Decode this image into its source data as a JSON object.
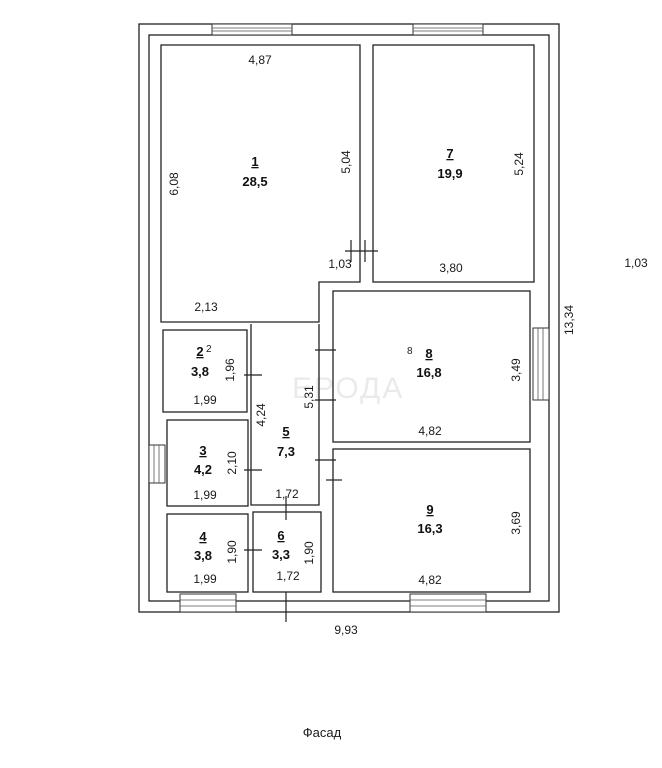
{
  "rooms": [
    {
      "no": "1",
      "area": "28,5"
    },
    {
      "no": "2",
      "area": "3,8",
      "sup": "2"
    },
    {
      "no": "3",
      "area": "4,2"
    },
    {
      "no": "4",
      "area": "3,8"
    },
    {
      "no": "5",
      "area": "7,3"
    },
    {
      "no": "6",
      "area": "3,3"
    },
    {
      "no": "7",
      "area": "19,9"
    },
    {
      "no": "8",
      "area": "16,8",
      "tag": "8"
    },
    {
      "no": "9",
      "area": "16,3"
    }
  ],
  "dimensions": {
    "r1_top": "4,87",
    "r1_left": "6,08",
    "r1_right": "5,04",
    "r1_notch": "1,03",
    "r1_bottom": "2,13",
    "r7_right": "5,24",
    "r7_bottom": "3,80",
    "outer_right": "13,34",
    "outer_bottom": "9,93",
    "outside_right": "1,03",
    "r2_height": "1,96",
    "r2_width": "1,99",
    "r3_height": "2,10",
    "r3_width": "1,99",
    "r4_height": "1,90",
    "r4_width": "1,99",
    "r5_left": "4,24",
    "r5_right": "5,31",
    "r5_bottom": "1,72",
    "r6_height": "1,90",
    "r6_width": "1,72",
    "r8_right": "3,49",
    "r8_bottom": "4,82",
    "r9_right": "3,69",
    "r9_bottom": "4,82"
  },
  "facade_label": "Фасад",
  "watermark": "ЕРОДА"
}
